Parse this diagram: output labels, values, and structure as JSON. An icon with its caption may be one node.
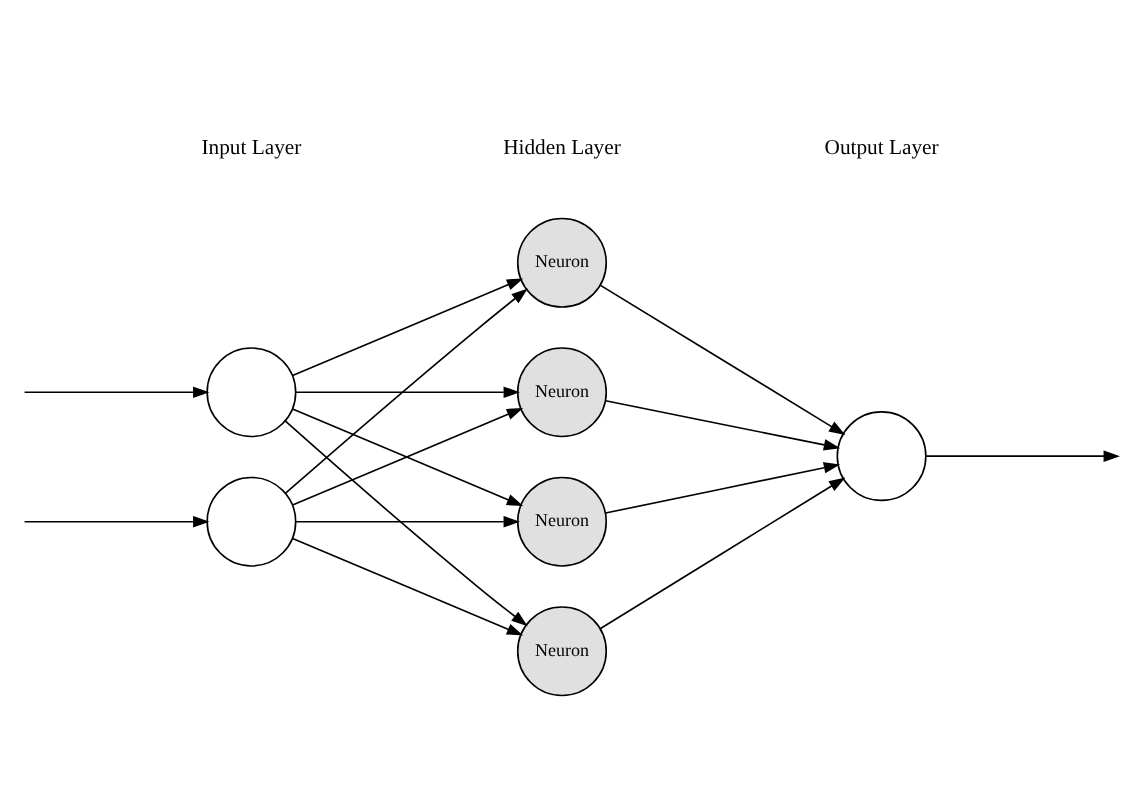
{
  "diagram": {
    "nodes": [
      {
        "text": [],
        "shape": "circle"
      },
      {
        "text": [],
        "shape": "circle"
      },
      {
        "text": [
          "Neuron"
        ]
      },
      {
        "text": [
          "Neuron"
        ]
      },
      {
        "text": [
          "Neuron"
        ]
      },
      {
        "text": [
          "Neuron"
        ]
      },
      {
        "text": [],
        "shape": "circle"
      }
    ],
    "edges": [
      {
        "from": null,
        "to": 0,
        "arrow": "to"
      },
      {
        "from": null,
        "to": 1,
        "arrow": "to"
      },
      {
        "from": 0,
        "to": 2,
        "arrow": "to"
      },
      {
        "from": 0,
        "to": 3,
        "arrow": "to"
      },
      {
        "from": 0,
        "to": 4,
        "arrow": "to"
      },
      {
        "from": 0,
        "to": 5,
        "arrow": "to"
      },
      {
        "from": 1,
        "to": 2,
        "arrow": "to"
      },
      {
        "from": 1,
        "to": 3,
        "arrow": "to"
      },
      {
        "from": 1,
        "to": 4,
        "arrow": "to"
      },
      {
        "from": 1,
        "to": 5,
        "arrow": "to"
      },
      {
        "from": 2,
        "to": 6,
        "arrow": "to"
      },
      {
        "from": 3,
        "to": 6,
        "arrow": "to"
      },
      {
        "from": 4,
        "to": 6,
        "arrow": "to"
      },
      {
        "from": 5,
        "to": 6,
        "arrow": "to"
      },
      {
        "from": 6,
        "to": null,
        "arrow": "to"
      }
    ],
    "labels": [
      "Input Layer",
      "Hidden Layer",
      "Output Layer"
    ]
  }
}
